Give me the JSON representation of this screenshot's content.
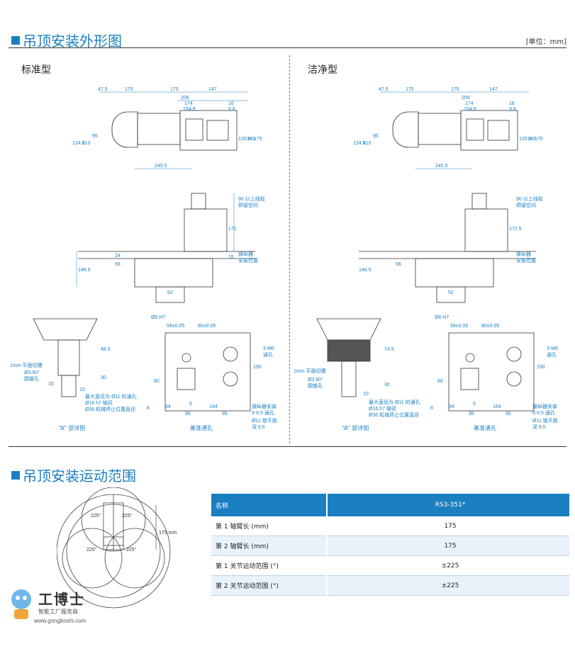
{
  "section1": {
    "title": "吊顶安装外形图",
    "unit": "[单位：mm]"
  },
  "standard": {
    "heading": "标准型",
    "top_dims": [
      "47.5",
      "175",
      "175",
      "147",
      "206",
      "174",
      "16",
      "154.8",
      "9.6",
      "124.8",
      "113",
      "95",
      "120.8",
      "140",
      "175",
      "245.5"
    ],
    "side_dims": [
      "90 以上线缆",
      "预留空间",
      "171",
      "操纵器",
      "安装位置",
      "146.5",
      "56",
      "24",
      "15",
      "52"
    ],
    "detail_notes": [
      "Ø6 H7",
      "59±0.05",
      "80±0.05",
      "1mm 平面切槽",
      "Ø3.90°",
      "圆锥孔",
      "最大直径为 Ø11 的通孔",
      "Ø16 h7 轴径",
      "Ø30 机械停止位置直径",
      "48.5",
      "30",
      "10",
      "15",
      "3-M6",
      "通孔",
      "190",
      "80",
      "6",
      "8",
      "34",
      "164",
      "95",
      "95",
      "操纵器安装",
      "6-6.5 通孔",
      "Ø11 锪平面",
      "深 6.5"
    ],
    "caption_a": "“A” 部详图",
    "caption_b": "基准通孔"
  },
  "clean": {
    "heading": "洁净型",
    "top_dims": [
      "47.5",
      "175",
      "175",
      "147",
      "206",
      "174",
      "16",
      "154.8",
      "9.6",
      "124.8",
      "113",
      "95",
      "120.8",
      "140",
      "175",
      "245.5"
    ],
    "side_dims": [
      "90 以上线缆",
      "预留空间",
      "172.5",
      "操纵器",
      "安装位置",
      "146.5",
      "56",
      "52"
    ],
    "detail_notes": [
      "Ø6 H7",
      "59±0.05",
      "80±0.05",
      "1mm 平面切槽",
      "Ø3.90°",
      "圆锥孔",
      "最大直径为 Ø11 的通孔",
      "Ø16 h7 轴径",
      "Ø30 机械停止位置直径",
      "74.5",
      "30",
      "10",
      "3-M6",
      "通孔",
      "190",
      "80",
      "6",
      "8",
      "34",
      "164",
      "95",
      "95",
      "操纵器安装",
      "6-6.5 通孔",
      "Ø11 锪平面",
      "深 6.5"
    ],
    "caption_a": "“A” 部详图",
    "caption_b": "基准通孔"
  },
  "section2": {
    "title": "吊顶安装运动范围"
  },
  "range_diagram": {
    "labels": [
      "225°",
      "225°",
      "225°",
      "225°",
      "175 mm"
    ]
  },
  "spec_table": {
    "headers": [
      "名称",
      "RS3-351*"
    ],
    "rows": [
      {
        "name": "第 1 轴臂长 (mm)",
        "value": "175"
      },
      {
        "name": "第 2 轴臂长 (mm)",
        "value": "175"
      },
      {
        "name": "第 1 关节运动范围 (°)",
        "value": "±225"
      },
      {
        "name": "第 2 关节运动范围 (°)",
        "value": "±225"
      }
    ]
  },
  "watermark": {
    "brand": "工博士",
    "site": "智能工厂服务商",
    "url": "www.gongboshi.com"
  }
}
